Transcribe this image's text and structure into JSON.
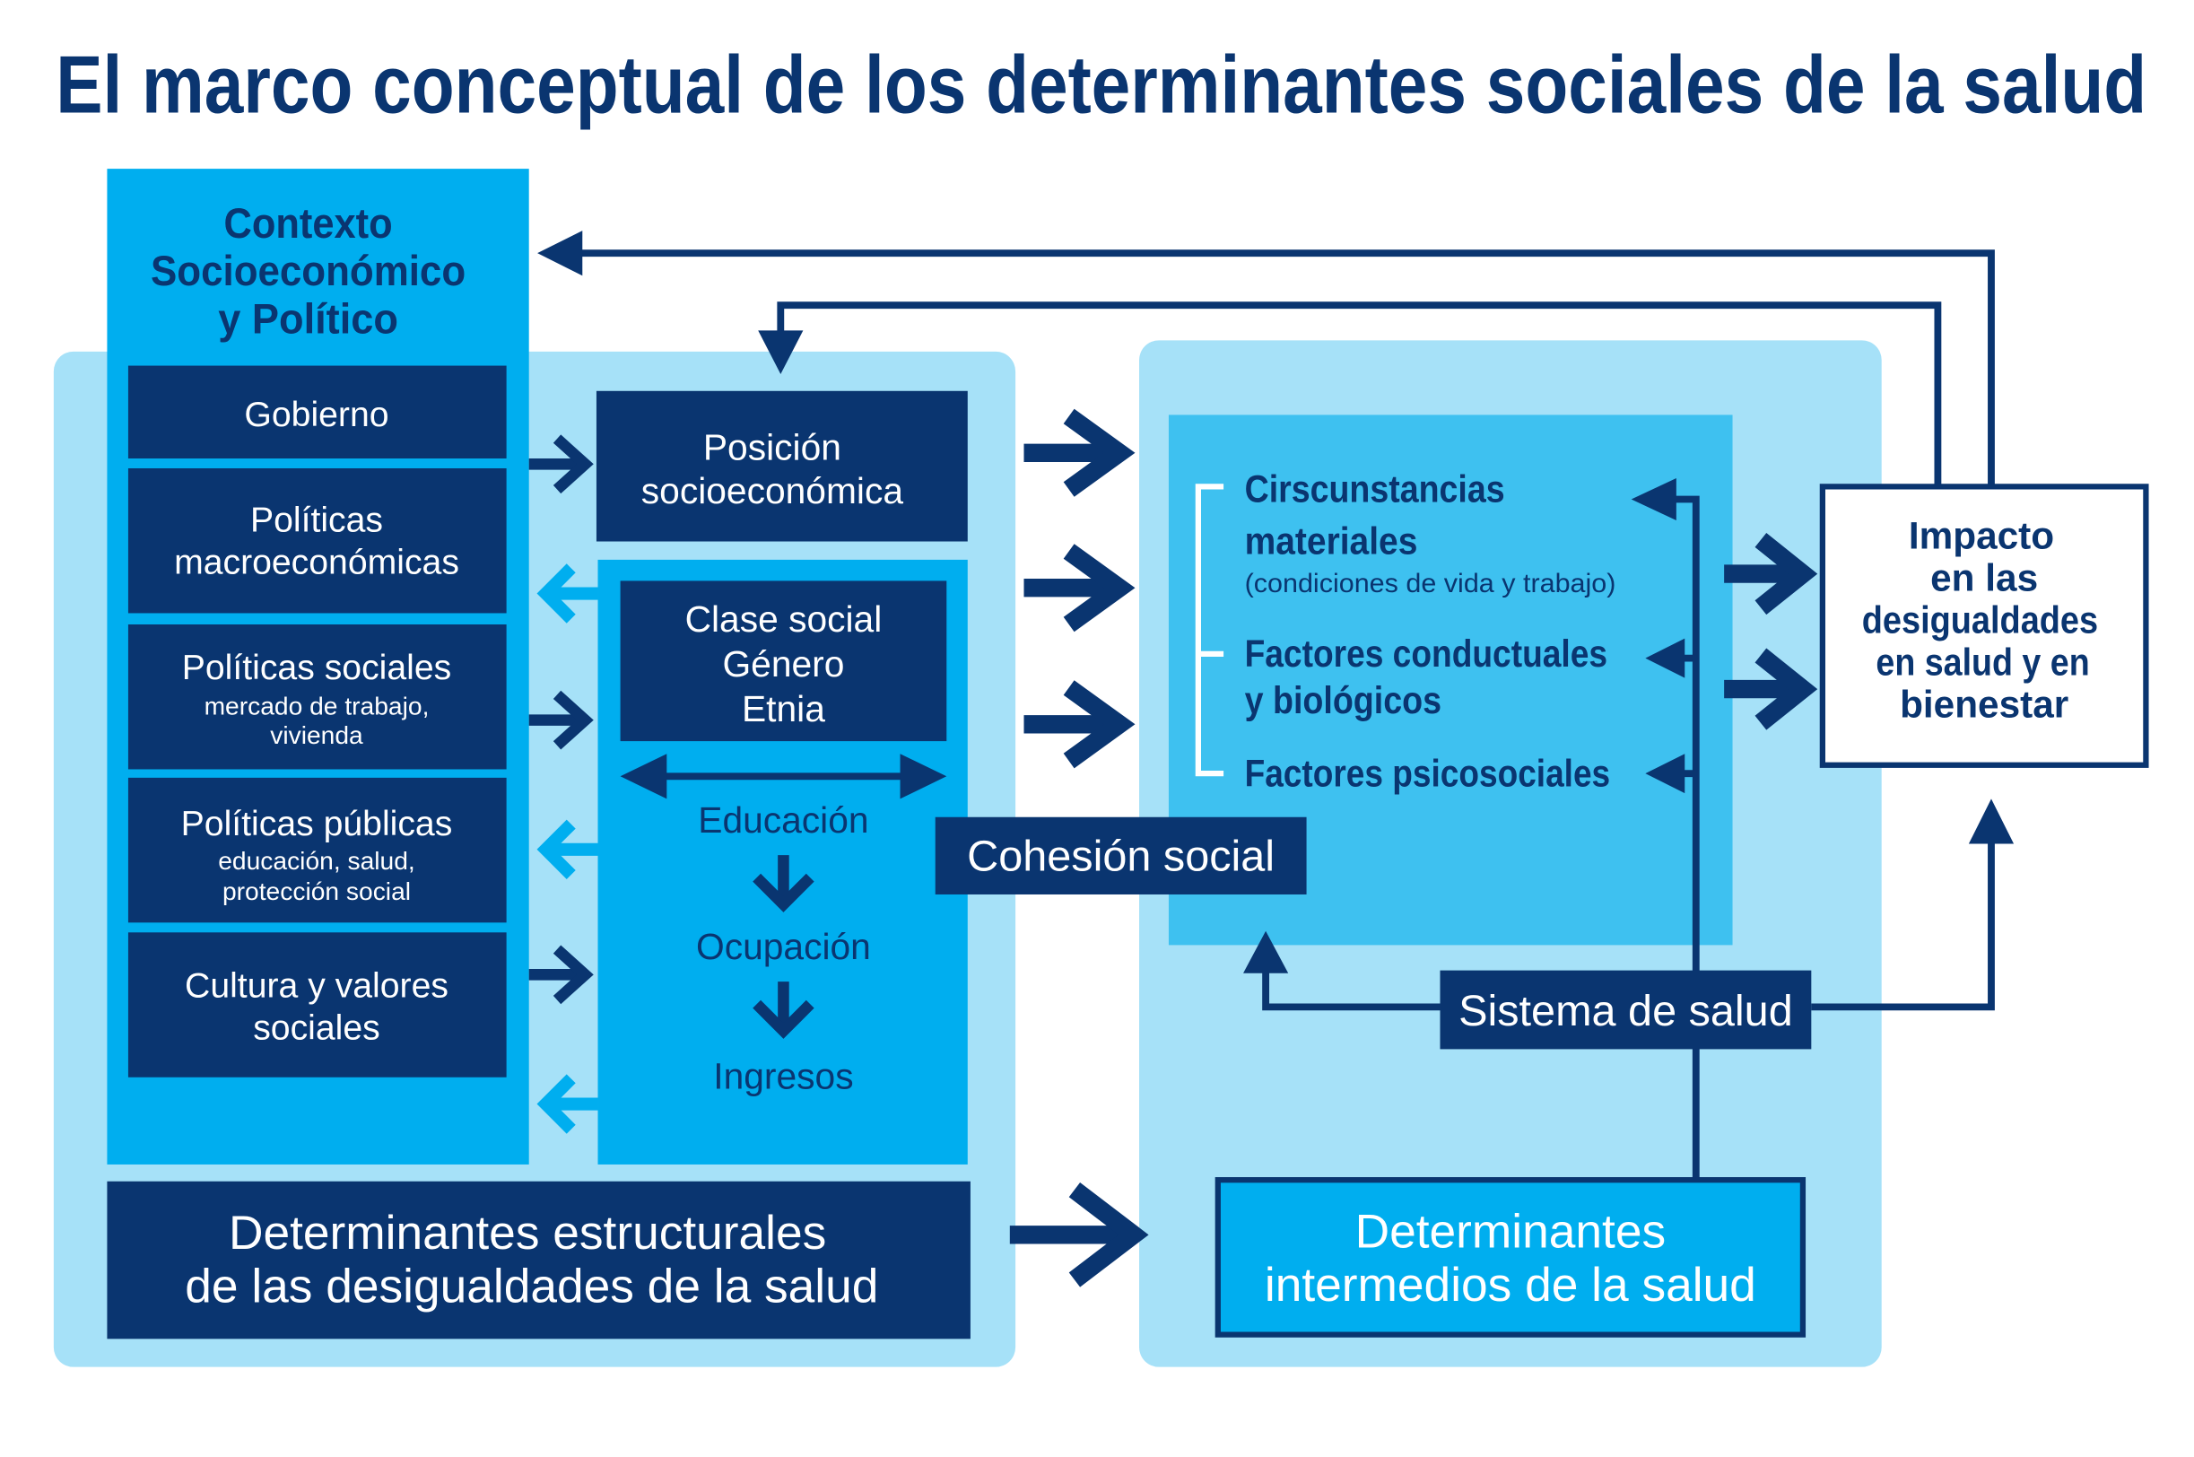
{
  "title": "El marco conceptual de los determinantes sociales de la salud",
  "colors": {
    "navy": "#0a3570",
    "bright_blue": "#00aeef",
    "light_blue": "#a6e1f8",
    "medium_blue": "#3ec1f0"
  },
  "context": {
    "title": [
      "Contexto",
      "Socioeconómico",
      "y Político"
    ],
    "items": [
      {
        "label": [
          "Gobierno"
        ],
        "sub": []
      },
      {
        "label": [
          "Políticas",
          "macroeconómicas"
        ],
        "sub": []
      },
      {
        "label": [
          "Políticas sociales"
        ],
        "sub": [
          "mercado de trabajo,",
          "vivienda"
        ]
      },
      {
        "label": [
          "Políticas públicas"
        ],
        "sub": [
          "educación, salud,",
          "protección social"
        ]
      },
      {
        "label": [
          "Cultura y valores",
          "sociales"
        ],
        "sub": []
      }
    ]
  },
  "position": [
    "Posición",
    "socioeconómica"
  ],
  "strata": [
    "Clase social",
    "Género",
    "Etnia"
  ],
  "chain": [
    "Educación",
    "Ocupación",
    "Ingresos"
  ],
  "cohesion": "Cohesión social",
  "structural": [
    "Determinantes estructurales",
    "de las desigualdades de la salud"
  ],
  "intermediate_factors": {
    "material": [
      "Cirscunstancias",
      "materiales"
    ],
    "material_sub": "(condiciones de vida y trabajo)",
    "behavioral": [
      "Factores conductuales",
      "y biológicos"
    ],
    "psychosocial": "Factores psicosociales"
  },
  "health_system": "Sistema de salud",
  "intermediate": [
    "Determinantes",
    "intermedios de la salud"
  ],
  "impact": [
    "Impacto",
    "en las",
    "desigualdades",
    "en salud y en",
    "bienestar"
  ]
}
